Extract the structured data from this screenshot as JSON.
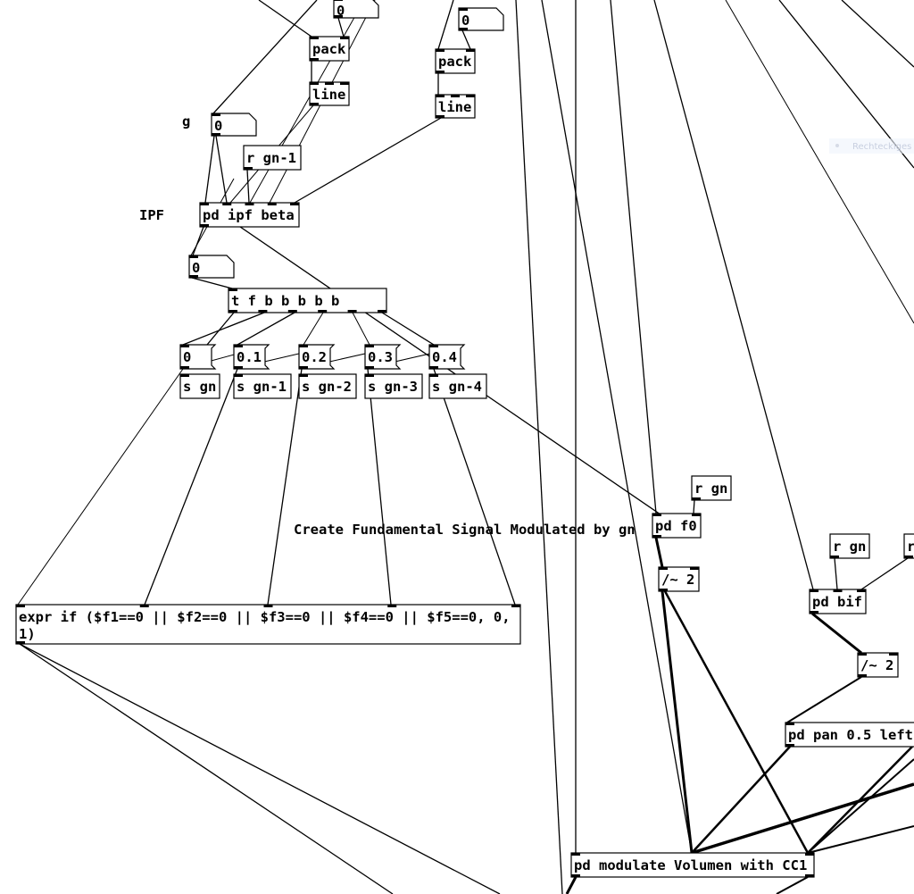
{
  "canvas": {
    "comments": {
      "g": "g",
      "ipf": "IPF",
      "fundamental": "Create Fundamental Signal Modulated by gn"
    },
    "numbers": [
      "0",
      "0",
      "0",
      "0"
    ],
    "objects": {
      "pack_1": "pack",
      "pack_2": "pack",
      "line_1": "line",
      "line_2": "line",
      "r_gn1": "r gn-1",
      "pd_ipf": "pd ipf beta",
      "trigger": "t f b b b b b",
      "s_gn": "s gn",
      "s_gn1": "s gn-1",
      "s_gn2": "s gn-2",
      "s_gn3": "s gn-3",
      "s_gn4": "s gn-4",
      "expr_line1": "expr if ($f1==0 || $f2==0 || $f3==0 || $f4==0 || $f5==0, 0,",
      "expr_line2": "1)",
      "r_gn_a": "r gn",
      "pd_f0": "pd f0",
      "div_a": "/~ 2",
      "r_gn_b": "r gn",
      "r_cut": "r",
      "pd_bif": "pd bif",
      "div_b": "/~ 2",
      "pd_pan": "pd pan 0.5 left",
      "pd_modulate": "pd modulate Volumen with CC1"
    },
    "messages": [
      "0",
      "0.1",
      "0.2",
      "0.3",
      "0.4"
    ],
    "tooltip_ghost": "Rechteckiges Au"
  }
}
